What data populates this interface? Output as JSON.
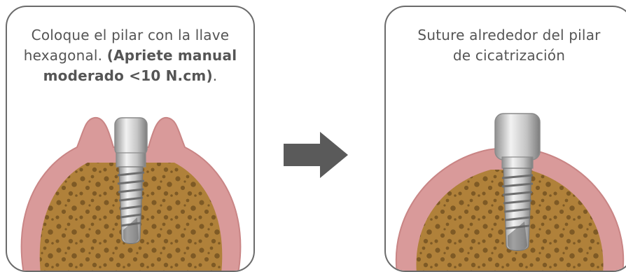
{
  "steps": [
    {
      "caption_lines": [
        {
          "normal": "Coloque el pilar con la llave",
          "bold": "",
          "tail": ""
        },
        {
          "normal": "hexagonal. ",
          "bold": "(Apriete manual",
          "tail": ""
        },
        {
          "normal": "",
          "bold": "moderado <10 N.cm)",
          "tail": "."
        }
      ]
    },
    {
      "caption_lines": [
        {
          "normal": "Suture alrededor del pilar",
          "bold": "",
          "tail": ""
        },
        {
          "normal": "de cicatrización",
          "bold": "",
          "tail": ""
        }
      ]
    }
  ],
  "colors": {
    "gum": "#d99a9a",
    "gum_edge": "#c98585",
    "bone": "#b0813a",
    "bone_spots": "#7e5a25",
    "metal": "#c4c4c4",
    "border": "#6b6b6b",
    "arrow": "#5a5a5a"
  },
  "icons": [
    "right-arrow-icon",
    "dental-implant-icon"
  ]
}
